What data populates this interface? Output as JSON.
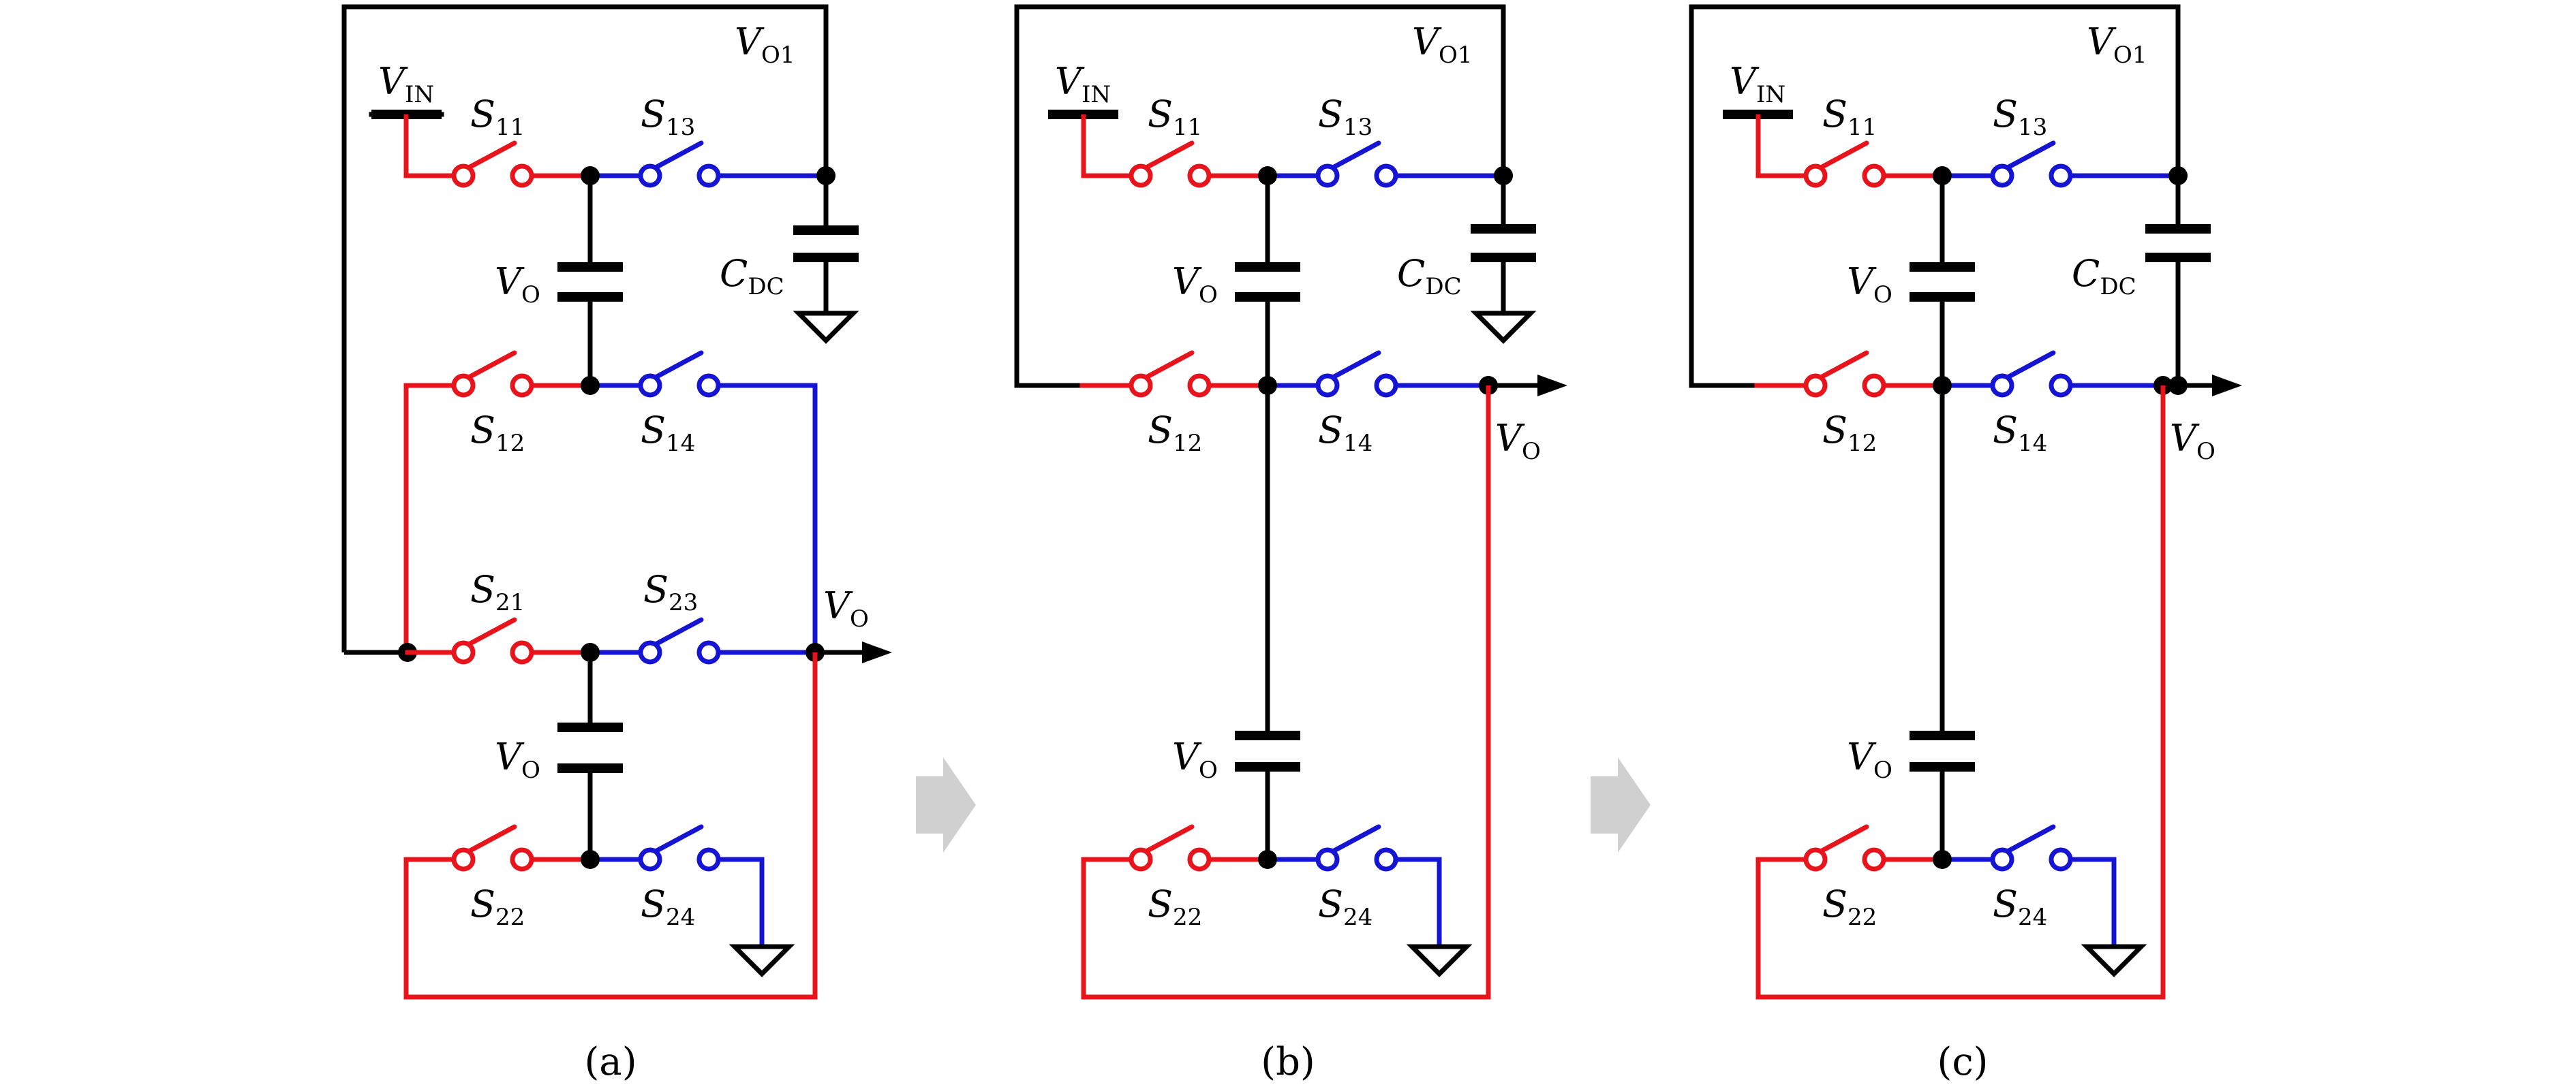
{
  "colors": {
    "wire": "#000000",
    "red": "#e8141c",
    "blue": "#1414d2",
    "arrow": "#d0d0d0"
  },
  "panels": [
    {
      "caption": "(a)",
      "labels": {
        "vo1": {
          "main": "V",
          "sub": "O1"
        },
        "vin": {
          "main": "V",
          "sub": "IN"
        },
        "cdc": {
          "main": "C",
          "sub": "DC"
        },
        "s11": {
          "main": "S",
          "sub": "11"
        },
        "s13": {
          "main": "S",
          "sub": "13"
        },
        "s12": {
          "main": "S",
          "sub": "12"
        },
        "s14": {
          "main": "S",
          "sub": "14"
        },
        "s21": {
          "main": "S",
          "sub": "21"
        },
        "s23": {
          "main": "S",
          "sub": "23"
        },
        "s22": {
          "main": "S",
          "sub": "22"
        },
        "s24": {
          "main": "S",
          "sub": "24"
        },
        "vo_top": {
          "main": "V",
          "sub": "O"
        },
        "vo_bottom": {
          "main": "V",
          "sub": "O"
        },
        "vo_out": {
          "main": "V",
          "sub": "O"
        }
      }
    },
    {
      "caption": "(b)",
      "labels": {
        "vo1": {
          "main": "V",
          "sub": "O1"
        },
        "vin": {
          "main": "V",
          "sub": "IN"
        },
        "cdc": {
          "main": "C",
          "sub": "DC"
        },
        "s11": {
          "main": "S",
          "sub": "11"
        },
        "s13": {
          "main": "S",
          "sub": "13"
        },
        "s12": {
          "main": "S",
          "sub": "12"
        },
        "s14": {
          "main": "S",
          "sub": "14"
        },
        "s22": {
          "main": "S",
          "sub": "22"
        },
        "s24": {
          "main": "S",
          "sub": "24"
        },
        "vo_top": {
          "main": "V",
          "sub": "O"
        },
        "vo_bottom": {
          "main": "V",
          "sub": "O"
        },
        "vo_out": {
          "main": "V",
          "sub": "O"
        }
      }
    },
    {
      "caption": "(c)",
      "labels": {
        "vo1": {
          "main": "V",
          "sub": "O1"
        },
        "vin": {
          "main": "V",
          "sub": "IN"
        },
        "cdc": {
          "main": "C",
          "sub": "DC"
        },
        "s11": {
          "main": "S",
          "sub": "11"
        },
        "s13": {
          "main": "S",
          "sub": "13"
        },
        "s12": {
          "main": "S",
          "sub": "12"
        },
        "s14": {
          "main": "S",
          "sub": "14"
        },
        "s22": {
          "main": "S",
          "sub": "22"
        },
        "s24": {
          "main": "S",
          "sub": "24"
        },
        "vo_top": {
          "main": "V",
          "sub": "O"
        },
        "vo_bottom": {
          "main": "V",
          "sub": "O"
        },
        "vo_out": {
          "main": "V",
          "sub": "O"
        }
      }
    }
  ]
}
